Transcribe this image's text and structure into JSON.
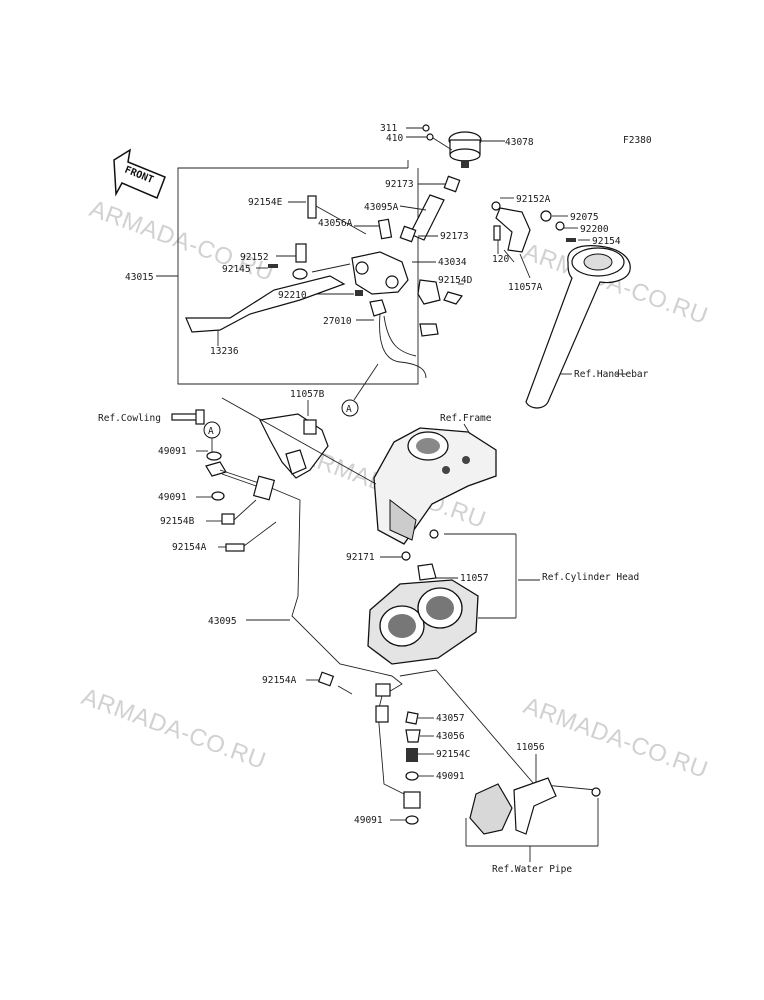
{
  "diagram_code": "F2380",
  "front_label": "FRONT",
  "watermark": "ARMADA-CO.RU",
  "callout_marker": "A",
  "parts": {
    "p311": "311",
    "p410": "410",
    "p43078": "43078",
    "p92173_top": "92173",
    "p92154E": "92154E",
    "p43095A": "43095A",
    "p43056A": "43056A",
    "p92173": "92173",
    "p92152A": "92152A",
    "p92075": "92075",
    "p92200": "92200",
    "p92154": "92154",
    "p120": "120",
    "p11057A": "11057A",
    "p43015": "43015",
    "p92152": "92152",
    "p92145": "92145",
    "p43034": "43034",
    "p92154D": "92154D",
    "p92210": "92210",
    "p27010": "27010",
    "p13236": "13236",
    "ref_handlebar": "Ref.Handlebar",
    "p11057B": "11057B",
    "ref_cowling": "Ref.Cowling",
    "ref_frame": "Ref.Frame",
    "p49091_a": "49091",
    "p49091_b": "49091",
    "p92154B": "92154B",
    "p92154A_top": "92154A",
    "p92171": "92171",
    "p11057": "11057",
    "ref_cylinder_head": "Ref.Cylinder Head",
    "p43095": "43095",
    "p92154A": "92154A",
    "p43057": "43057",
    "p43056": "43056",
    "p92154C": "92154C",
    "p49091_c": "49091",
    "p49091_d": "49091",
    "p11056": "11056",
    "ref_water_pipe": "Ref.Water Pipe"
  }
}
